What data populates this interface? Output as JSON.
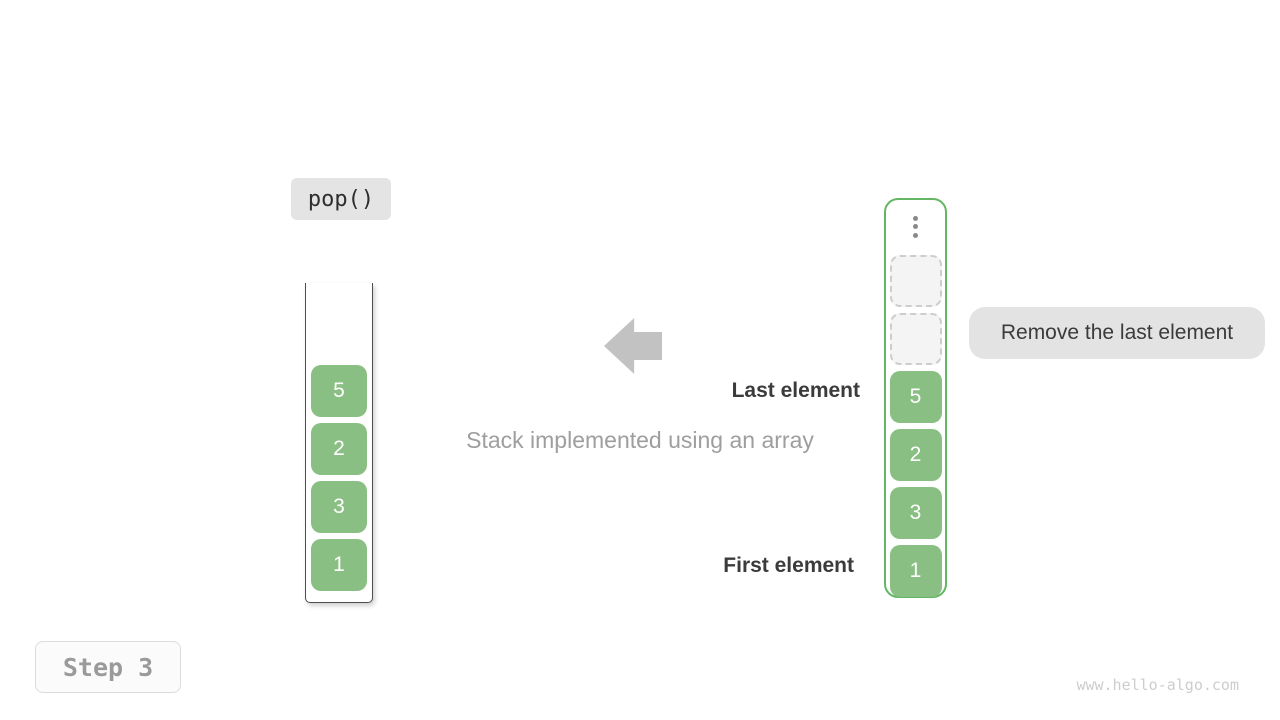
{
  "operation": {
    "label": "pop()"
  },
  "caption": "Stack implemented using an array",
  "labels": {
    "last_element": "Last element",
    "first_element": "First element",
    "annotation": "Remove the last element"
  },
  "step": {
    "label": "Step 3"
  },
  "watermark": "www.hello-algo.com",
  "left_stack": {
    "description": "stack drawn as open-top container",
    "values": [
      "5",
      "2",
      "3",
      "1"
    ]
  },
  "right_array": {
    "description": "array drawn as green-bordered container with overflow ellipsis and two empty popped slots",
    "empty_slot_count": 2,
    "values": [
      "5",
      "2",
      "3",
      "1"
    ]
  },
  "colors": {
    "element_green": "#8abf83",
    "array_border_green": "#63b663",
    "label_pill_bg": "#e3e3e3",
    "arrow_gray": "#c2c2c2",
    "caption_gray": "#9e9e9e",
    "text_dark": "#3b3b3b",
    "step_text_gray": "#9a9a9a",
    "watermark_gray": "#cdcdcd"
  }
}
